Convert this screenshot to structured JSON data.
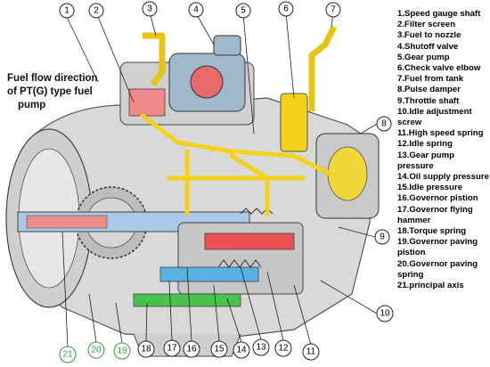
{
  "title_lines": [
    "Fuel flow direction",
    "of PT(G) type fuel",
    "pump"
  ],
  "legend": [
    "1.Speed gauge shaft",
    "2.Filter screen",
    "3.Fuel to nozzle",
    "4.Shutoff valve",
    "5.Gear pump",
    "6.Check valve elbow",
    "7.Fuel from tank",
    "8.Pulse damper",
    "9.Throttle shaft",
    "10.Idle adjustment screw",
    "11.High speed spring",
    "12.Idle spring",
    "13.Gear pump pressure",
    "14.Oil supply pressure",
    "15.Idle pressure",
    "16.Governor pistion",
    "17.Governor flying hammer",
    "18.Torque spring",
    "19.Governor paving pistion",
    "20.Governor paving spring",
    "21.principal axis"
  ],
  "callouts": {
    "n1": "1",
    "n2": "2",
    "n3": "3",
    "n4": "4",
    "n5": "5",
    "n6": "6",
    "n7": "7",
    "n8": "8",
    "n9": "9",
    "n10": "10",
    "n11": "11",
    "n12": "12",
    "n13": "13",
    "n14": "14",
    "n15": "15",
    "n16": "16",
    "n17": "17",
    "n18": "18",
    "n19": "19",
    "n20": "20",
    "n21": "21"
  },
  "colors": {
    "fuel_yellow": "#f2d21a",
    "pressure_red": "#e0323c",
    "supply_blue": "#5aa8e0",
    "idle_green": "#3cc43c",
    "metal": "#c8c8c8",
    "callout_green": "#2f9e3a"
  }
}
